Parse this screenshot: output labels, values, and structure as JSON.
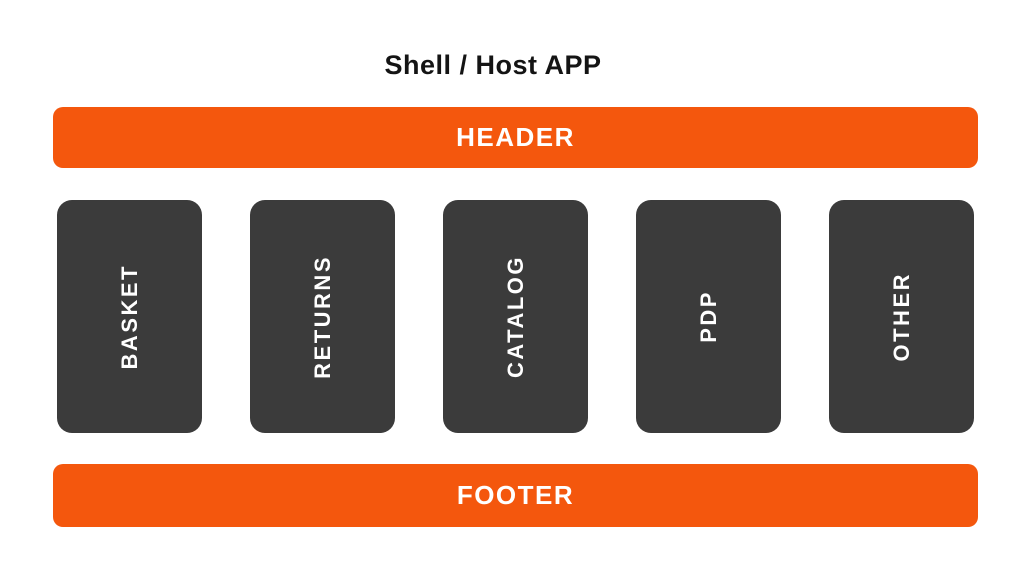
{
  "page": {
    "title": "Shell / Host APP"
  },
  "header": {
    "label": "HEADER"
  },
  "modules": [
    {
      "label": "BASKET"
    },
    {
      "label": "RETURNS"
    },
    {
      "label": "CATALOG"
    },
    {
      "label": "PDP"
    },
    {
      "label": "OTHER"
    }
  ],
  "footer": {
    "label": "FOOTER"
  },
  "colors": {
    "accent_orange": "#F4570D",
    "module_dark": "#3B3B3B",
    "label_text": "#FFFFFF",
    "title_text": "#141414",
    "background": "#FFFFFF"
  }
}
